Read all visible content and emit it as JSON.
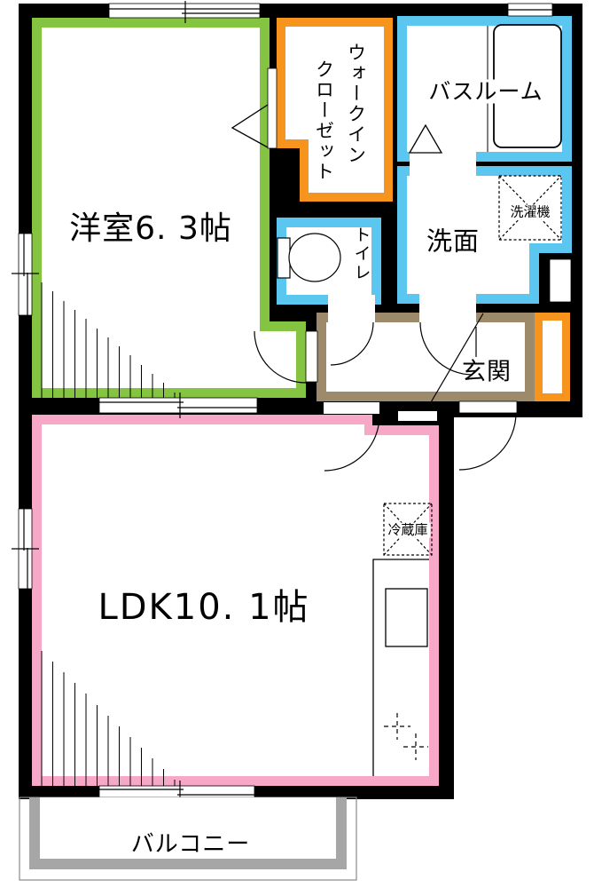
{
  "plan": {
    "rooms": {
      "western_room": {
        "label": "洋室6. 3帖",
        "color": "#85C440"
      },
      "walk_in_closet": {
        "label_line1": "ウォークイン",
        "label_line2": "クローゼット",
        "color": "#F7941E"
      },
      "bathroom": {
        "label": "バスルーム",
        "color": "#5BC6F0"
      },
      "washroom": {
        "label": "洗面",
        "color": "#5BC6F0"
      },
      "toilet": {
        "label": "トイレ",
        "color": "#5BC6F0"
      },
      "entrance": {
        "label": "玄関",
        "color": "#9C8A6A"
      },
      "ldk": {
        "label": "LDK10. 1帖",
        "color": "#F7A8C6"
      },
      "balcony": {
        "label": "バルコニー",
        "color": "#A6A6A6"
      }
    },
    "fixtures": {
      "washing_machine": {
        "label": "洗濯機"
      },
      "refrigerator": {
        "label": "冷蔵庫"
      }
    },
    "wall_color": "#000000",
    "background_color": "#FFFFFF"
  }
}
